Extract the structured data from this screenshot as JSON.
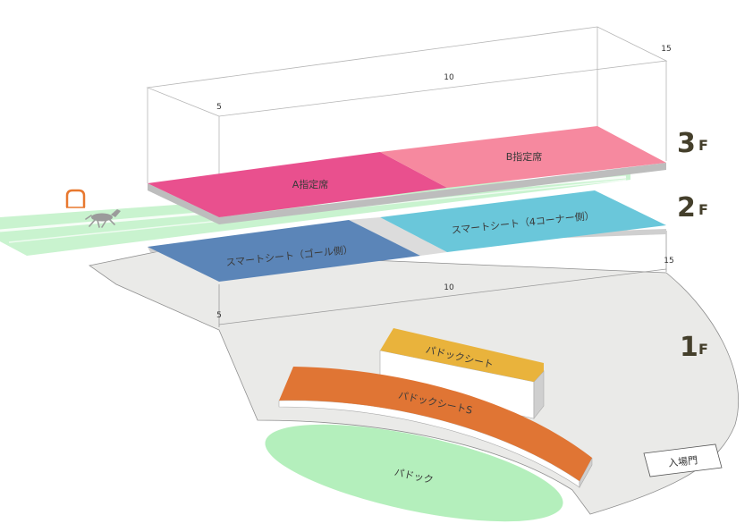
{
  "floors": {
    "f1": {
      "number": "1",
      "suffix": "F"
    },
    "f2": {
      "number": "2",
      "suffix": "F"
    },
    "f3": {
      "number": "3",
      "suffix": "F"
    }
  },
  "ticks": {
    "upper": {
      "t5": "5",
      "t10": "10",
      "t15": "15"
    },
    "lower": {
      "t5": "5",
      "t10": "10",
      "t15": "15"
    }
  },
  "sections": {
    "a_reserved": {
      "label": "A指定席",
      "color": "#e9508e"
    },
    "b_reserved": {
      "label": "B指定席",
      "color": "#f6899f"
    },
    "smart_corner": {
      "label": "スマートシート（4コーナー側）",
      "color": "#6ac7da"
    },
    "smart_goal": {
      "label": "スマートシート（ゴール側）",
      "color": "#5b85b8"
    },
    "paddock_seat": {
      "label": "パドックシート",
      "color": "#e9b33c"
    },
    "paddock_seat_s": {
      "label": "パドックシートS",
      "color": "#e07534"
    },
    "paddock": {
      "label": "パドック",
      "color": "#b4efbc"
    }
  },
  "entrance": {
    "label": "入場門"
  },
  "colors": {
    "track_green": "#c9f3cf",
    "floor_gray": "#eaeae8",
    "wire_gray": "#b5b5b5",
    "floor_label": "#443f2b",
    "gate_orange": "#e8782f",
    "horse_gray": "#9b9b9b"
  },
  "icons": {
    "horse": "horse-icon",
    "gate": "starting-gate-icon"
  }
}
